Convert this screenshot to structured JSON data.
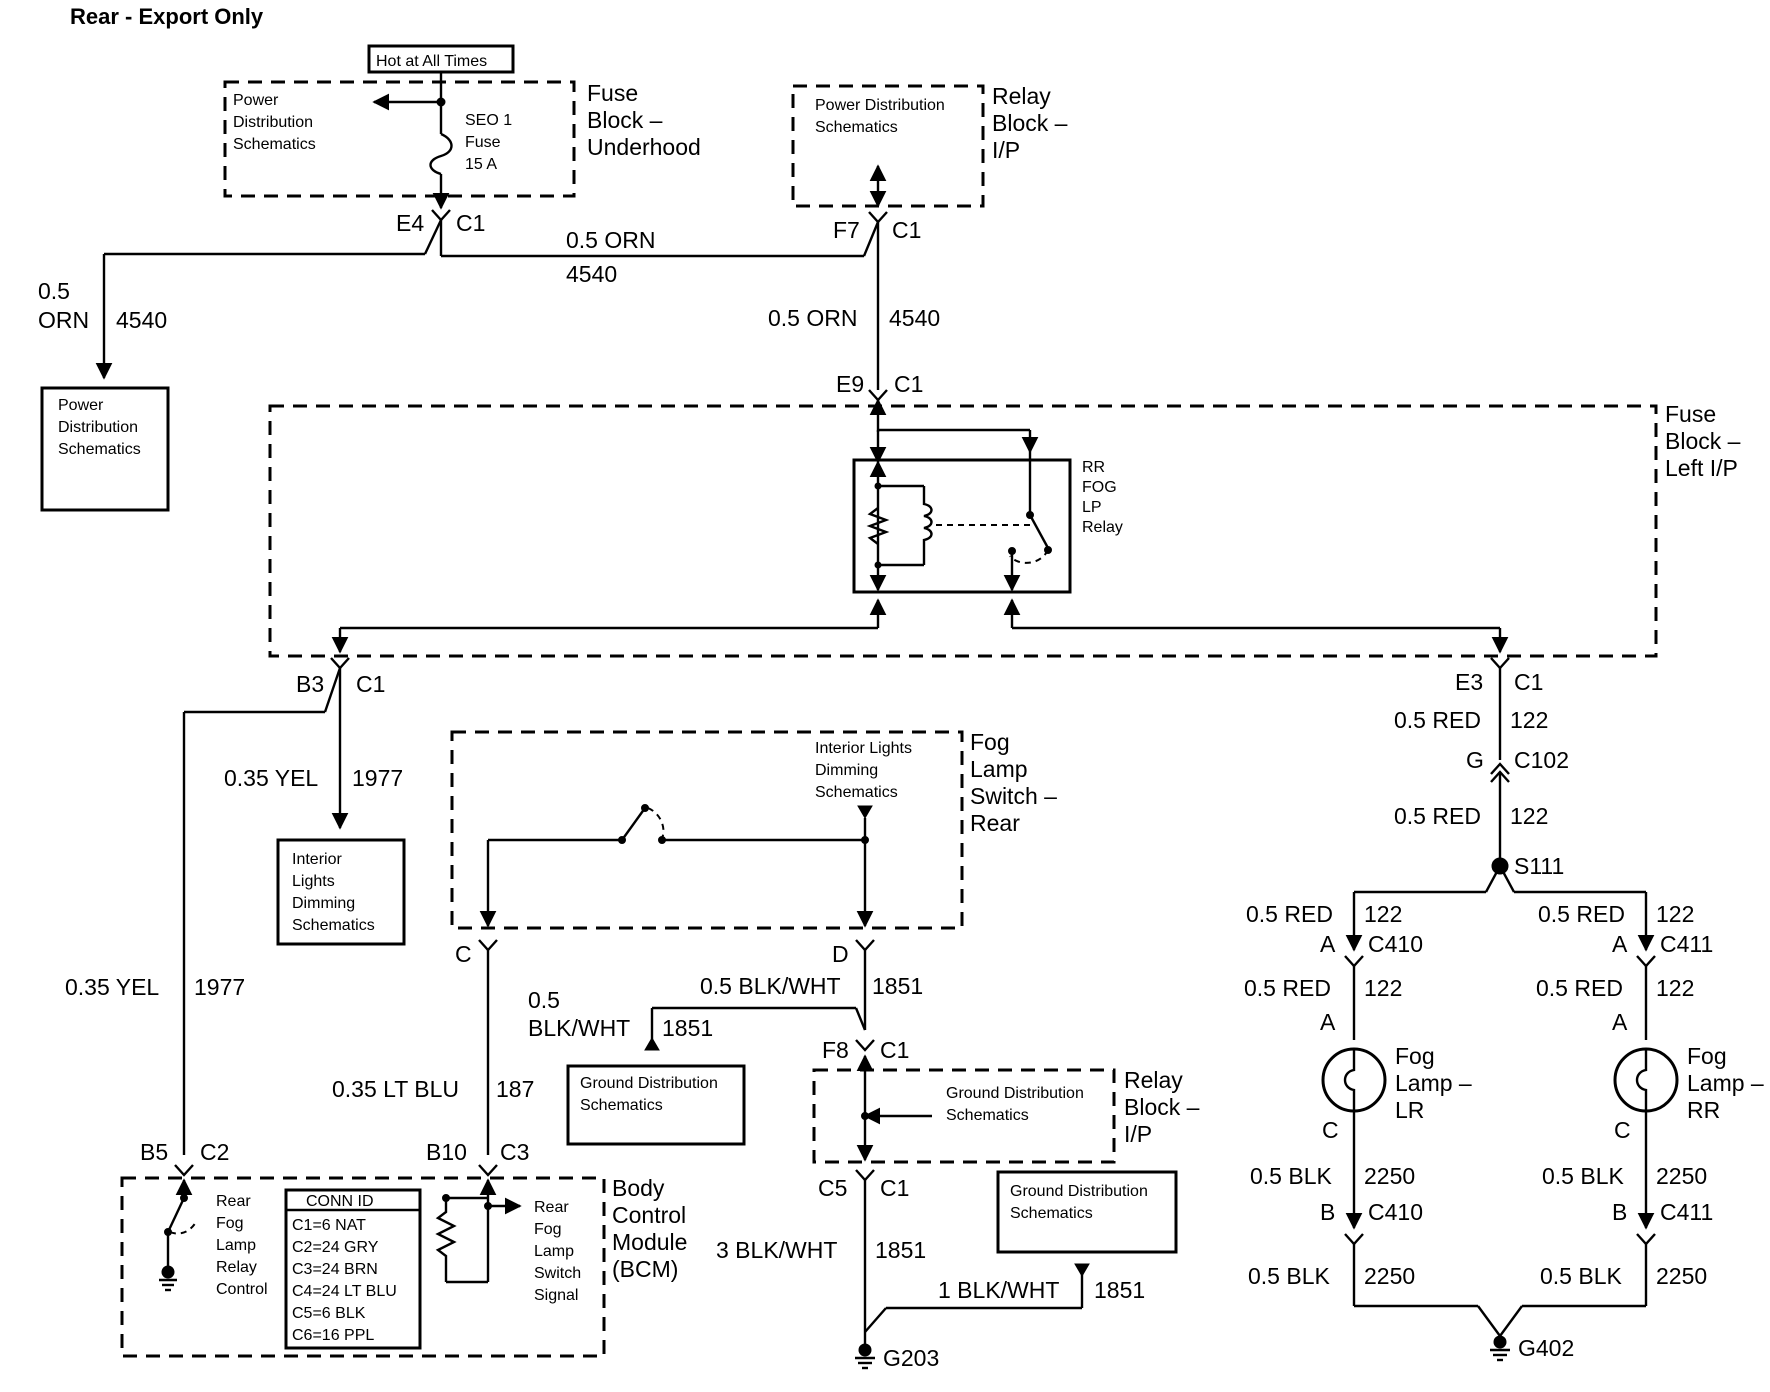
{
  "title": "Rear - Export Only",
  "hot_label": "Hot at All Times",
  "fuse_block_underhood": {
    "name": [
      "Fuse",
      "Block –",
      "Underhood"
    ],
    "power_ref": [
      "Power",
      "Distribution",
      "Schematics"
    ],
    "fuse": [
      "SEO 1",
      "Fuse",
      "15 A"
    ],
    "pin": "E4",
    "connector": "C1"
  },
  "power_box_left": [
    "Power",
    "Distribution",
    "Schematics"
  ],
  "wire_orn_left": {
    "size": "0.5",
    "color": "ORN",
    "circuit": "4540"
  },
  "wire_orn_top": {
    "label": "0.5 ORN",
    "circuit": "4540"
  },
  "relay_block_ip": {
    "name": [
      "Relay",
      "Block –",
      "I/P"
    ],
    "power_ref": [
      "Power Distribution",
      "Schematics"
    ],
    "pin": "F7",
    "connector": "C1"
  },
  "wire_orn_mid": {
    "label": "0.5 ORN",
    "circuit": "4540"
  },
  "fuse_block_left_ip": {
    "name": [
      "Fuse",
      "Block –",
      "Left I/P"
    ],
    "in_pin": "E9",
    "in_connector": "C1",
    "relay": [
      "RR",
      "FOG",
      "LP",
      "Relay"
    ],
    "out_left_pin": "B3",
    "out_left_connector": "C1",
    "out_right_pin": "E3",
    "out_right_connector": "C1"
  },
  "wire_yel_top": {
    "label": "0.35 YEL",
    "circuit": "1977"
  },
  "interior_dim_box": [
    "Interior",
    "Lights",
    "Dimming",
    "Schematics"
  ],
  "wire_yel_bottom": {
    "label": "0.35 YEL",
    "circuit": "1977"
  },
  "fog_switch": {
    "name": [
      "Fog",
      "Lamp",
      "Switch –",
      "Rear"
    ],
    "ref": [
      "Interior Lights",
      "Dimming",
      "Schematics"
    ],
    "pin_c": "C",
    "pin_d": "D"
  },
  "wire_blkwht_d": {
    "label": "0.5 BLK/WHT",
    "circuit": "1851"
  },
  "wire_blkwht_ground": {
    "size": "0.5",
    "color": "BLK/WHT",
    "circuit": "1851"
  },
  "ground_box_1": [
    "Ground Distribution",
    "Schematics"
  ],
  "wire_ltblu": {
    "label": "0.35 LT BLU",
    "circuit": "187"
  },
  "relay_block_ip_lower": {
    "name": [
      "Relay",
      "Block –",
      "I/P"
    ],
    "ref": [
      "Ground Distribution",
      "Schematics"
    ],
    "in_pin": "F8",
    "in_connector": "C1",
    "out_pin": "C5",
    "out_connector": "C1"
  },
  "ground_box_2": [
    "Ground Distribution",
    "Schematics"
  ],
  "wire_3blkwht": {
    "label": "3 BLK/WHT",
    "circuit": "1851"
  },
  "wire_1blkwht": {
    "label": "1 BLK/WHT",
    "circuit": "1851"
  },
  "ground_g203": "G203",
  "bcm": {
    "name": [
      "Body",
      "Control",
      "Module",
      "(BCM)"
    ],
    "pin_b5": "B5",
    "conn_c2": "C2",
    "pin_b10": "B10",
    "conn_c3": "C3",
    "relay_control": [
      "Rear",
      "Fog",
      "Lamp",
      "Relay",
      "Control"
    ],
    "switch_signal": [
      "Rear",
      "Fog",
      "Lamp",
      "Switch",
      "Signal"
    ],
    "conn_id_title": "CONN ID",
    "conn_ids": [
      "C1=6 NAT",
      "C2=24 GRY",
      "C3=24 BRN",
      "C4=24 LT BLU",
      "C5=6 BLK",
      "C6=16 PPL"
    ]
  },
  "right_branch": {
    "wire_red_1": {
      "label": "0.5 RED",
      "circuit": "122"
    },
    "c102_pin": "G",
    "c102": "C102",
    "wire_red_2": {
      "label": "0.5 RED",
      "circuit": "122"
    },
    "splice": "S111",
    "lr": {
      "wire_a": {
        "label": "0.5 RED",
        "circuit": "122"
      },
      "conn_pin": "A",
      "conn": "C410",
      "wire_b": {
        "label": "0.5 RED",
        "circuit": "122"
      },
      "lamp_pin_a": "A",
      "lamp": [
        "Fog",
        "Lamp –",
        "LR"
      ],
      "lamp_pin_c": "C",
      "wire_c": {
        "label": "0.5 BLK",
        "circuit": "2250"
      },
      "conn2_pin": "B",
      "conn2": "C410",
      "wire_d": {
        "label": "0.5 BLK",
        "circuit": "2250"
      }
    },
    "rr": {
      "wire_a": {
        "label": "0.5 RED",
        "circuit": "122"
      },
      "conn_pin": "A",
      "conn": "C411",
      "wire_b": {
        "label": "0.5 RED",
        "circuit": "122"
      },
      "lamp_pin_a": "A",
      "lamp": [
        "Fog",
        "Lamp –",
        "RR"
      ],
      "lamp_pin_c": "C",
      "wire_c": {
        "label": "0.5 BLK",
        "circuit": "2250"
      },
      "conn2_pin": "B",
      "conn2": "C411",
      "wire_d": {
        "label": "0.5 BLK",
        "circuit": "2250"
      }
    },
    "ground": "G402"
  }
}
